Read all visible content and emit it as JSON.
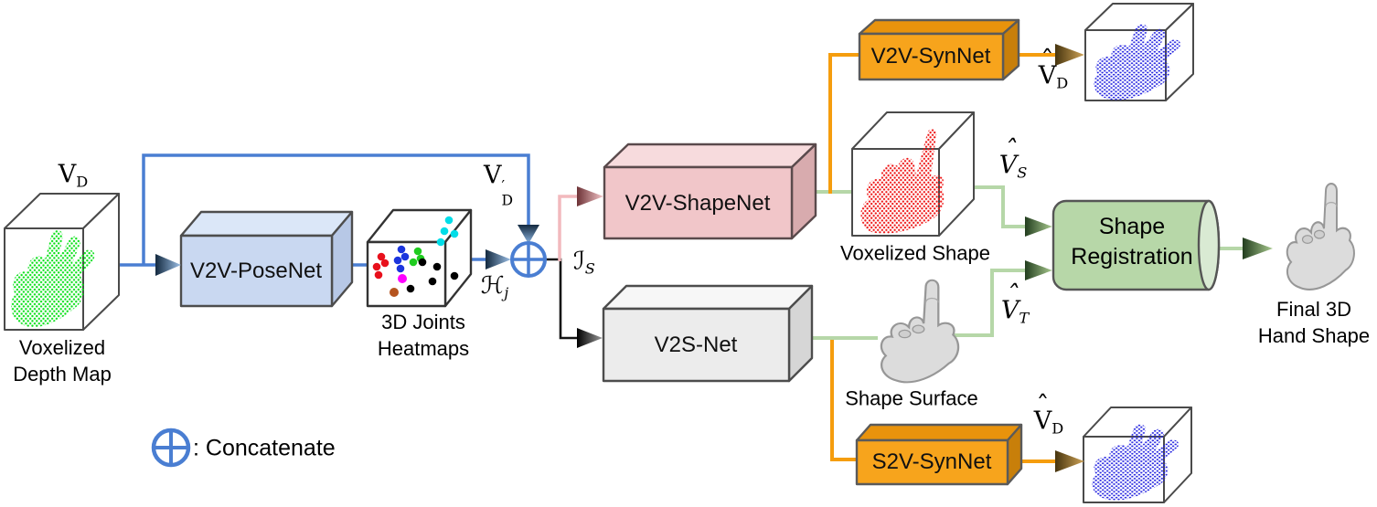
{
  "diagram": {
    "nodes": {
      "posenet": "V2V-PoseNet",
      "shapenet": "V2V-ShapeNet",
      "v2s": "V2S-Net",
      "v2v_syn": "V2V-SynNet",
      "s2v_syn": "S2V-SynNet",
      "registration_line1": "Shape",
      "registration_line2": "Registration"
    },
    "captions": {
      "depth_line1": "Voxelized",
      "depth_line2": "Depth Map",
      "joints_line1": "3D Joints",
      "joints_line2": "Heatmaps",
      "voxelized_shape": "Voxelized Shape",
      "shape_surface": "Shape Surface",
      "final_line1": "Final 3D",
      "final_line2": "Hand Shape"
    },
    "math": {
      "vd": {
        "base": "V",
        "sub": "D"
      },
      "vd_prime": {
        "base": "V",
        "sub": "D",
        "sup": "′"
      },
      "hj": {
        "base": "ℋ",
        "sub": "j"
      },
      "is": {
        "base": "ℐ",
        "sub": "S"
      },
      "vhat_s": {
        "base": "V",
        "hat": "ˆ",
        "sub": "S"
      },
      "vhat_t": {
        "base": "V",
        "hat": "ˆ",
        "sub": "T"
      },
      "vhat_d_top": {
        "base": "V",
        "hat": "ˆ",
        "sub": "D"
      },
      "vhat_d_bottom": {
        "base": "V",
        "hat": "ˆ",
        "sub": "D"
      }
    },
    "legend": {
      "symbol": "concatenate-oplus",
      "text": ": Concatenate"
    },
    "colors": {
      "arrow_blue": "#4a7ed2",
      "branch_pink": "#f2b9bd",
      "branch_black": "#141414",
      "line_green": "#b6d7a8",
      "line_orange": "#f59d0e",
      "posenet_box": "#c9d8f1",
      "shapenet_box": "#f1c6c9",
      "v2s_box": "#ececec",
      "synnet_box": "#f7a41c",
      "registration_cylinder": "#b7d7a8",
      "cylinder_cap": "#d9ead3",
      "depth_points": "#0ae019",
      "shape_points": "#ee1414",
      "synth_points": "#2525e0",
      "heatmap_dot_colors": [
        "#e8101c",
        "#1b35dd",
        "#1fcc1f",
        "#00dde8",
        "#ff00ff",
        "#b5541f",
        "#000000"
      ]
    }
  }
}
